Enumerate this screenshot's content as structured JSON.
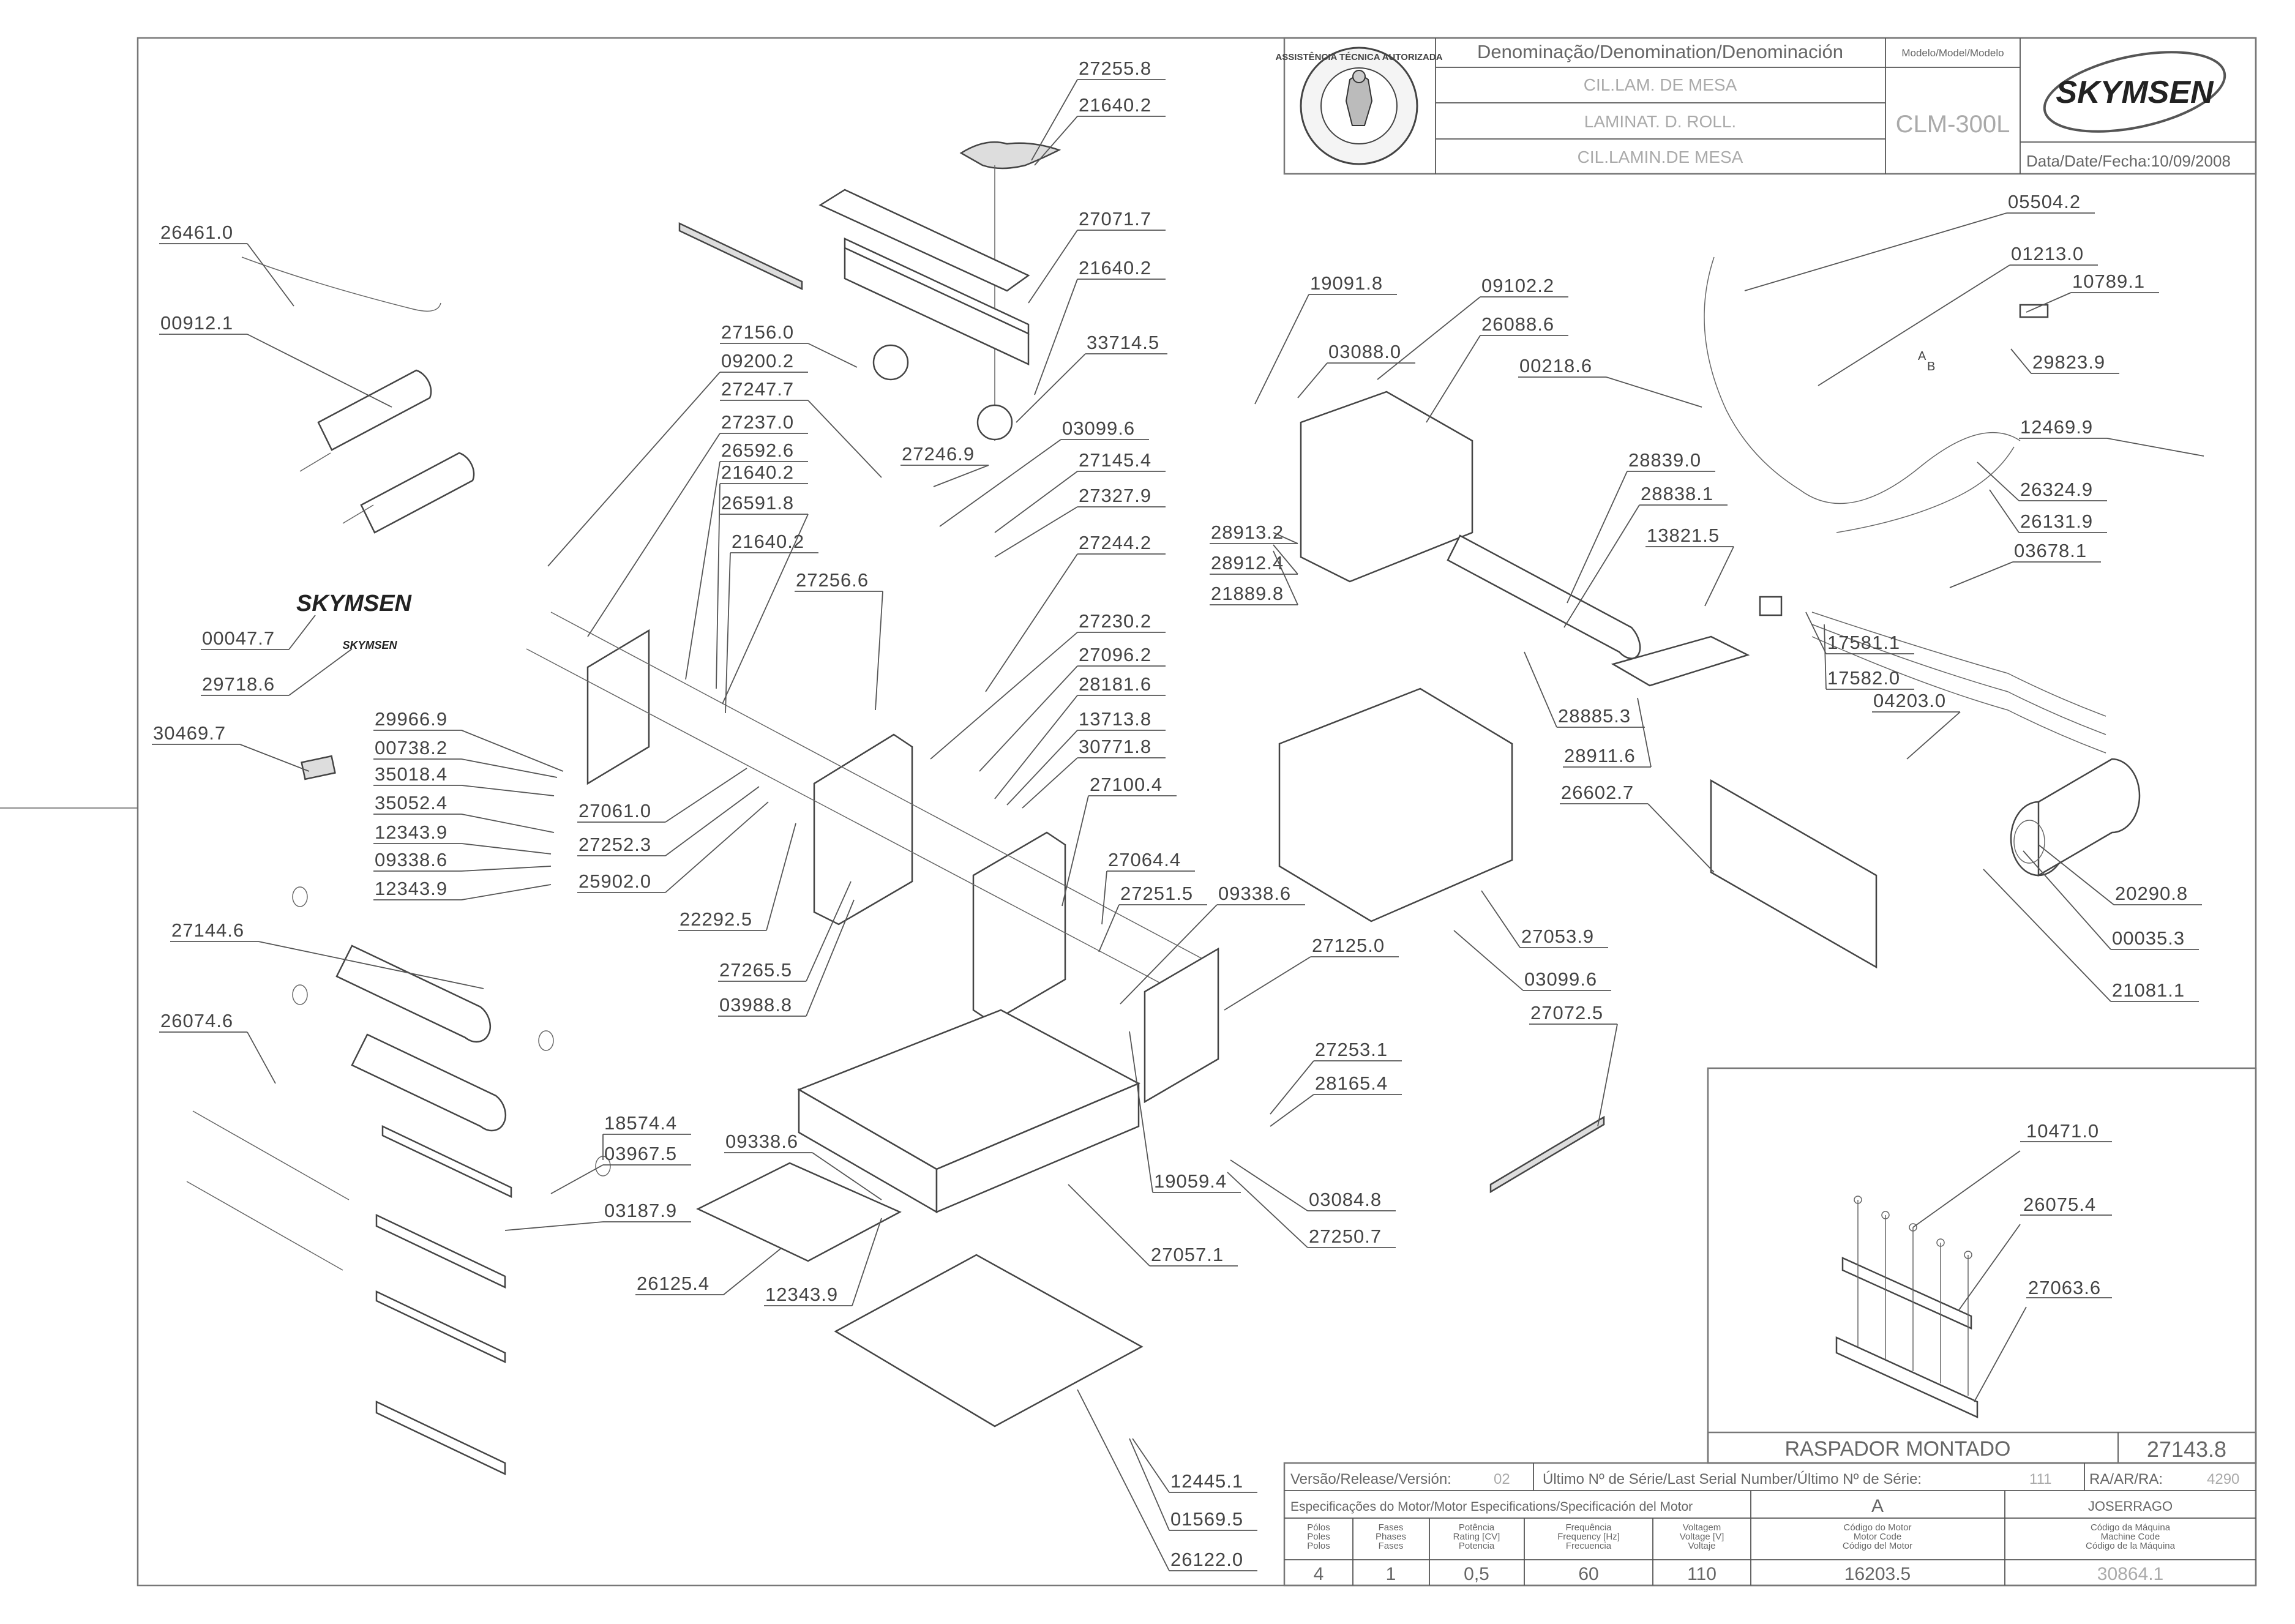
{
  "title_block": {
    "denomination_header": "Denominação/Denomination/Denominación",
    "model_header": "Modelo/Model/Modelo",
    "name_pt": "CIL.LAM. DE MESA",
    "name_en": "LAMINAT. D. ROLL.",
    "name_es": "CIL.LAMIN.DE MESA",
    "model": "CLM-300L",
    "date": "Data/Date/Fecha:10/09/2008",
    "brand": "SKYMSEN",
    "seal_text": "ASSISTÊNCIA TÉCNICA AUTORIZADA"
  },
  "inset": {
    "title": "RASPADOR MONTADO",
    "code": "27143.8",
    "labels": [
      "10471.0",
      "26075.4",
      "27063.6"
    ]
  },
  "footer": {
    "version_label": "Versão/Release/Versión:",
    "version_value": "02",
    "serial_label": "Último Nº de Série/Last Serial Number/Último Nº de Série:",
    "serial_value": "111",
    "ra_label": "RA/AR/RA:",
    "ra_value": "4290",
    "motor_spec_label": "Especificações do Motor/Motor Especifications/Specificación del Motor",
    "rev_letter": "A",
    "author": "JOSERRAGO",
    "col_poles": "Pólos\nPoles\nPolos",
    "col_phases": "Fases\nPhases\nFases",
    "col_power": "Potência\nRating [CV]\nPotencia",
    "col_freq": "Frequência\nFrequency [Hz]\nFrecuencia",
    "col_volt": "Voltagem\nVoltage [V]\nVoltaje",
    "col_motor_code": "Código do Motor\nMotor Code\nCódigo del Motor",
    "col_machine_code": "Código da Máquina\nMachine Code\nCódigo de la Máquina",
    "val_poles": "4",
    "val_phases": "1",
    "val_power": "0,5",
    "val_freq": "60",
    "val_volt": "110",
    "val_motor_code": "16203.5",
    "val_machine_code": "30864.1"
  },
  "decal_brand_large": "SKYMSEN",
  "decal_brand_small": "SKYMSEN",
  "connector_letters": [
    "A",
    "B"
  ],
  "part_labels": [
    "27255.8",
    "21640.2",
    "27071.7",
    "21640.2",
    "33714.5",
    "26461.0",
    "00912.1",
    "27156.0",
    "09200.2",
    "27247.7",
    "27237.0",
    "26592.6",
    "21640.2",
    "26591.8",
    "21640.2",
    "27246.9",
    "03099.6",
    "27145.4",
    "27327.9",
    "27244.2",
    "27256.6",
    "27230.2",
    "27096.2",
    "28181.6",
    "13713.8",
    "30771.8",
    "00047.7",
    "29718.6",
    "30469.7",
    "29966.9",
    "00738.2",
    "35018.4",
    "35052.4",
    "12343.9",
    "09338.6",
    "12343.9",
    "27061.0",
    "27252.3",
    "25902.0",
    "22292.5",
    "27265.5",
    "03988.8",
    "27100.4",
    "27064.4",
    "27251.5",
    "09338.6",
    "27125.0",
    "27144.6",
    "26074.6",
    "18574.4",
    "03967.5",
    "03187.9",
    "09338.6",
    "26125.4",
    "12343.9",
    "27057.1",
    "19059.4",
    "27253.1",
    "28165.4",
    "03084.8",
    "27250.7",
    "12445.1",
    "01569.5",
    "26122.0",
    "19091.8",
    "03088.0",
    "28913.2",
    "28912.4",
    "21889.8",
    "09102.2",
    "26088.6",
    "00218.6",
    "28839.0",
    "28838.1",
    "13821.5",
    "28885.3",
    "28911.6",
    "26602.7",
    "27053.9",
    "03099.6",
    "27072.5",
    "05504.2",
    "01213.0",
    "10789.1",
    "29823.9",
    "12469.9",
    "26324.9",
    "26131.9",
    "03678.1",
    "17581.1",
    "17582.0",
    "04203.0",
    "20290.8",
    "00035.3",
    "21081.1"
  ]
}
